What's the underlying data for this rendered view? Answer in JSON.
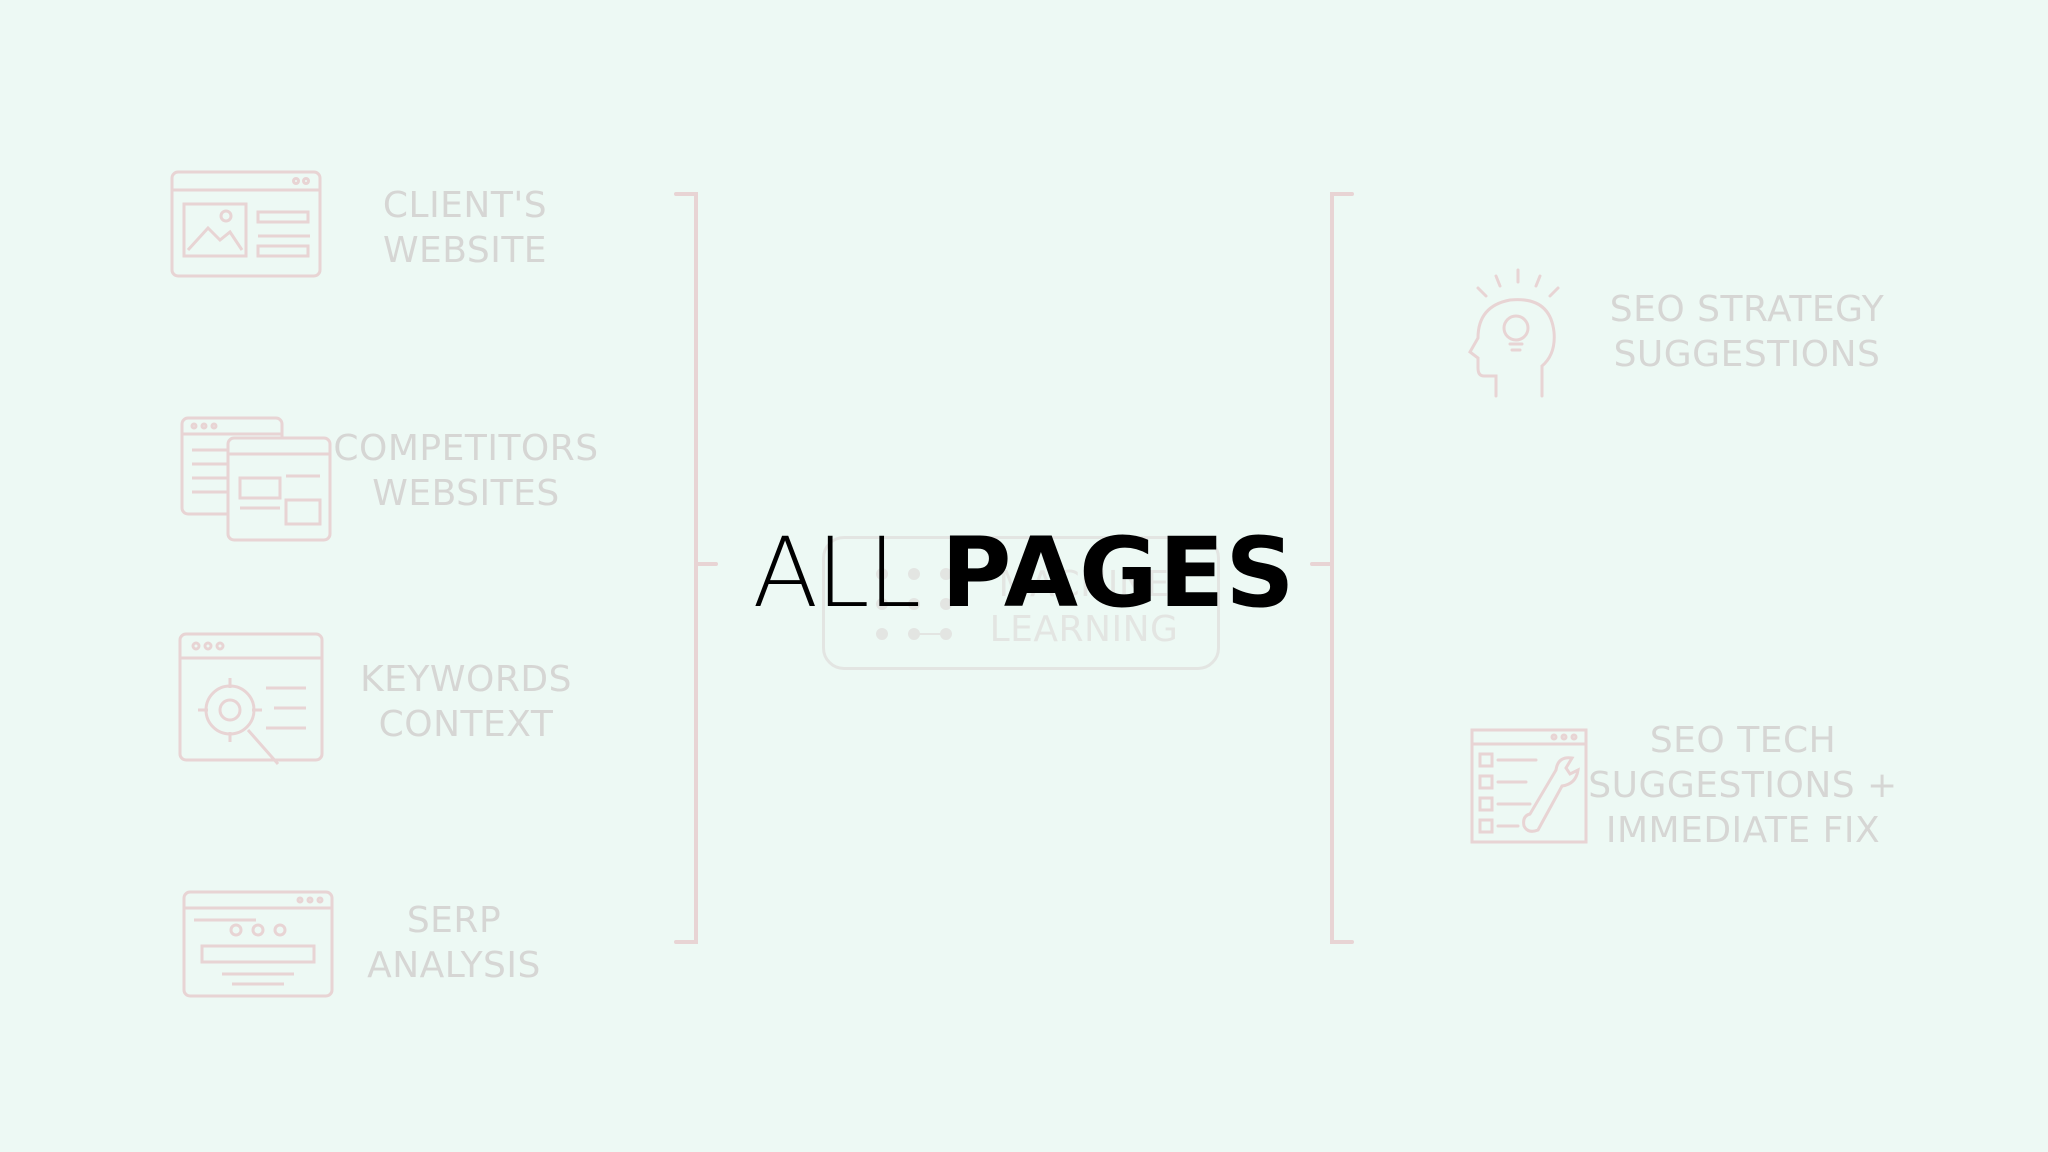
{
  "headline": {
    "light": "ALL",
    "bold": "PAGES"
  },
  "inputs": [
    {
      "line1": "CLIENT'S",
      "line2": "WEBSITE",
      "icon": "website-icon"
    },
    {
      "line1": "COMPETITORS",
      "line2": "WEBSITES",
      "icon": "multiple-websites-icon"
    },
    {
      "line1": "KEYWORDS",
      "line2": "CONTEXT",
      "icon": "keyword-target-icon"
    },
    {
      "line1": "SERP",
      "line2": "ANALYSIS",
      "icon": "serp-browser-icon"
    }
  ],
  "center": {
    "line1": "MACHINE",
    "line2": "LEARNING",
    "icon": "neural-network-icon"
  },
  "outputs": [
    {
      "line1": "SEO STRATEGY",
      "line2": "SUGGESTIONS",
      "icon": "idea-head-icon"
    },
    {
      "line1": "SEO TECH",
      "line2": "SUGGESTIONS +",
      "line3": "IMMEDIATE FIX",
      "icon": "tech-tools-icon"
    }
  ],
  "colors": {
    "background": "#edf9f4",
    "faded_text": "#d6d6d4",
    "faded_icon": "#e8d4d4",
    "headline": "#000000"
  }
}
